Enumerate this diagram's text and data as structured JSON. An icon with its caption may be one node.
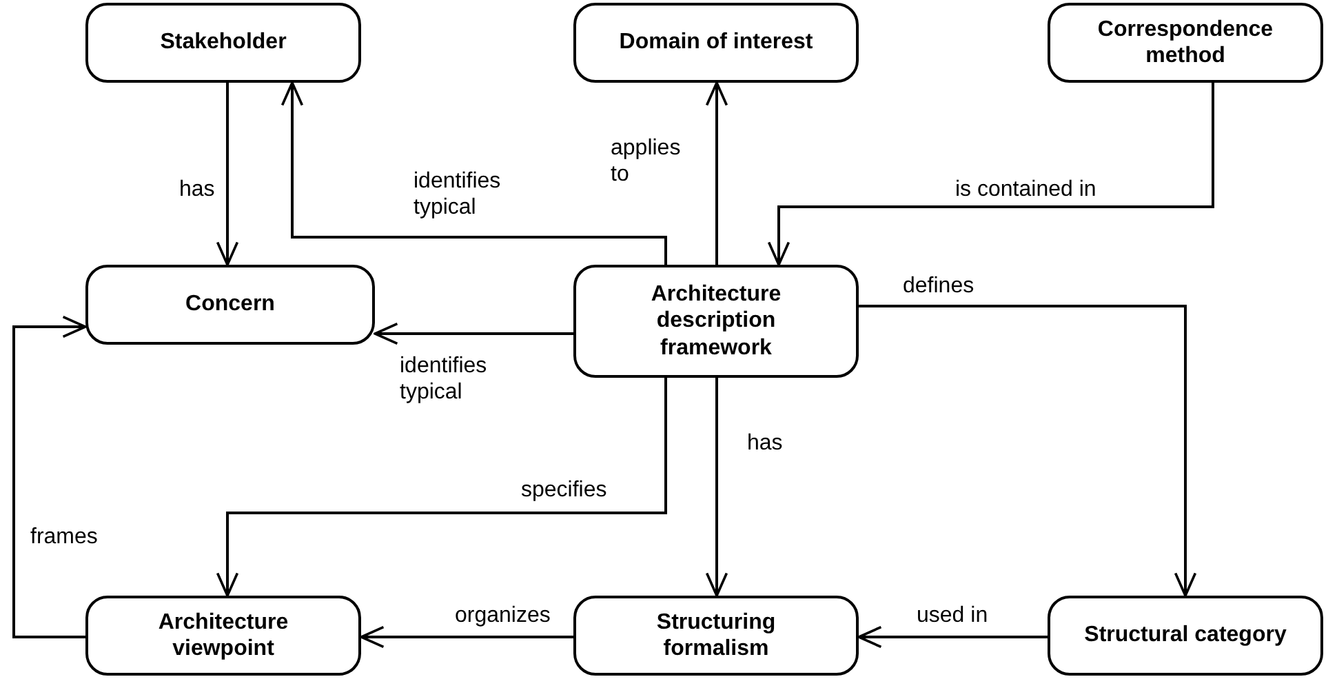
{
  "diagram": {
    "nodes": [
      {
        "text": [
          "Stakeholder"
        ]
      },
      {
        "text": [
          "Domain of interest"
        ]
      },
      {
        "text": [
          "Correspondence method"
        ]
      },
      {
        "text": [
          "Concern"
        ]
      },
      {
        "text": [
          "Architecture description framework"
        ]
      },
      {
        "text": [
          "Architecture viewpoint"
        ]
      },
      {
        "text": [
          "Structuring formalism"
        ]
      },
      {
        "text": [
          "Structural category"
        ]
      }
    ],
    "edges": [
      {
        "from": 0,
        "to": 3,
        "arrow": "to",
        "label": "has"
      },
      {
        "from": 4,
        "to": 0,
        "arrow": "to",
        "label": "identifies typical"
      },
      {
        "from": 4,
        "to": 1,
        "arrow": "to",
        "label": "applies to"
      },
      {
        "from": 2,
        "to": 4,
        "arrow": "to",
        "label": "is contained in"
      },
      {
        "from": 4,
        "to": 3,
        "arrow": "to",
        "label": "identifies typical"
      },
      {
        "from": 4,
        "to": 7,
        "arrow": "to",
        "label": "defines"
      },
      {
        "from": 4,
        "to": 6,
        "arrow": "to",
        "label": "has"
      },
      {
        "from": 4,
        "to": 5,
        "arrow": "to",
        "label": "specifies"
      },
      {
        "from": 5,
        "to": 3,
        "arrow": "to",
        "label": "frames"
      },
      {
        "from": 6,
        "to": 5,
        "arrow": "to",
        "label": "organizes"
      },
      {
        "from": 7,
        "to": 6,
        "arrow": "to",
        "label": "used in"
      }
    ]
  }
}
